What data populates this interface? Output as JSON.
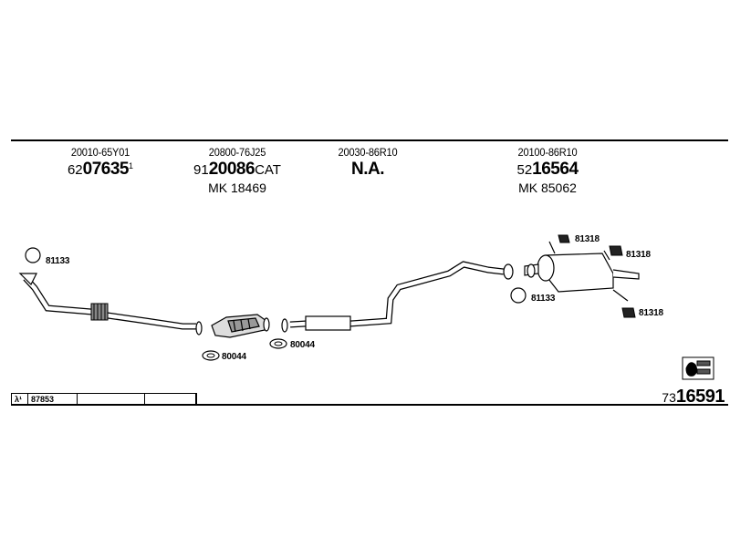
{
  "columns": [
    {
      "oem": "20010-65Y01",
      "part_prefix": "62",
      "part_main": "07635",
      "part_suffix": "1",
      "ref": ""
    },
    {
      "oem": "20800-76J25",
      "part_prefix": "91",
      "part_main": "20086",
      "part_suffix": "CAT",
      "ref": "MK 18469"
    },
    {
      "oem": "20030-86R10",
      "part_prefix": "",
      "part_main": "N.A.",
      "part_suffix": "",
      "ref": ""
    },
    {
      "oem": "20100-86R10",
      "part_prefix": "52",
      "part_main": "16564",
      "part_suffix": "",
      "ref": "MK 85062"
    }
  ],
  "callouts": {
    "ring_front": "81133",
    "gasket_1": "80044",
    "gasket_2": "80044",
    "ring_rear": "81133",
    "hanger_1": "81318",
    "hanger_2": "81318",
    "hanger_3": "81318"
  },
  "ref_table": {
    "symbol": "λ¹",
    "code": "87853"
  },
  "kit_number": {
    "prefix": "73",
    "main": "16591"
  }
}
